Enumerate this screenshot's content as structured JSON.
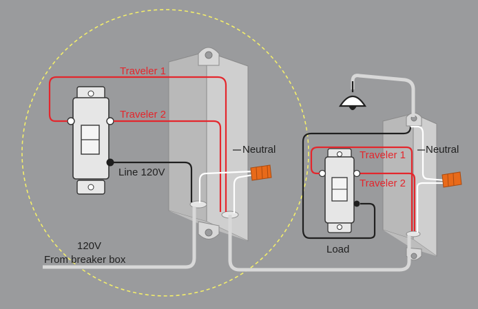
{
  "labels": {
    "traveler1_left": "Traveler 1",
    "traveler2_left": "Traveler 2",
    "line": "Line 120V",
    "neutral_left": "Neutral",
    "source_voltage": "120V",
    "source_desc": "From breaker box",
    "traveler1_right": "Traveler 1",
    "traveler2_right": "Traveler 2",
    "neutral_right": "Neutral",
    "load": "Load"
  },
  "colors": {
    "background": "#9a9b9d",
    "traveler": "#e4262c",
    "hot": "#1f1f1f",
    "neutral_wire": "#ffffff",
    "wire_nut": "#e86a1a",
    "box": "#c9c9c9",
    "highlight_circle": "#f4ef6a"
  },
  "icons": {
    "light_fixture": "pendant-lamp-icon",
    "wire_nut": "wire-nut-icon"
  }
}
